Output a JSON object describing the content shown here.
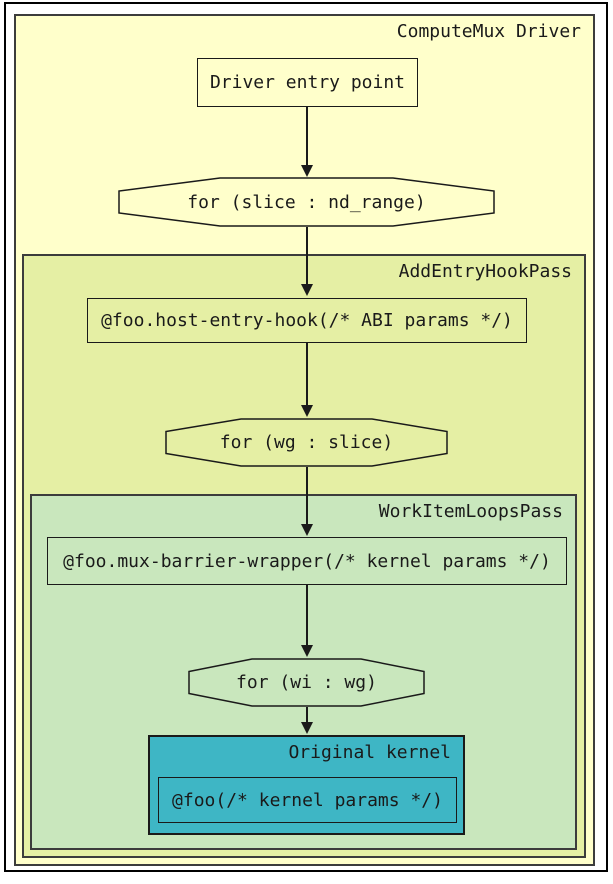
{
  "diagram": {
    "type": "flowchart",
    "outer_cluster": {
      "label": "ComputeMux Driver",
      "fill": "#FFFFCB",
      "border_color": "#3c3c3c"
    },
    "clusters": {
      "add_entry_hook": {
        "label": "AddEntryHookPass",
        "fill": "#E5EFA4"
      },
      "work_item_loops": {
        "label": "WorkItemLoopsPass",
        "fill": "#C9E7BD"
      },
      "original_kernel": {
        "label": "Original kernel",
        "fill": "#3EB6C5"
      }
    },
    "nodes": {
      "driver_entry": {
        "shape": "box",
        "label": "Driver entry point"
      },
      "loop_slice": {
        "shape": "octagon",
        "label": "for (slice : nd_range)"
      },
      "host_entry_hook": {
        "shape": "box",
        "label": "@foo.host-entry-hook(/* ABI params */)"
      },
      "loop_wg": {
        "shape": "octagon",
        "label": "for (wg : slice)"
      },
      "mux_barrier_wrapper": {
        "shape": "box",
        "label": "@foo.mux-barrier-wrapper(/* kernel params */)"
      },
      "loop_wi": {
        "shape": "octagon",
        "label": "for (wi : wg)"
      },
      "foo_kernel": {
        "shape": "box",
        "label": "@foo(/* kernel params */)"
      }
    },
    "edges": [
      "driver_entry -> loop_slice",
      "loop_slice -> host_entry_hook",
      "host_entry_hook -> loop_wg",
      "loop_wg -> mux_barrier_wrapper",
      "mux_barrier_wrapper -> loop_wi",
      "loop_wi -> foo_kernel"
    ],
    "colors": {
      "page_background": "#FFFFFF",
      "text": "#1a1a1a",
      "edge": "#1a1a1a"
    }
  }
}
